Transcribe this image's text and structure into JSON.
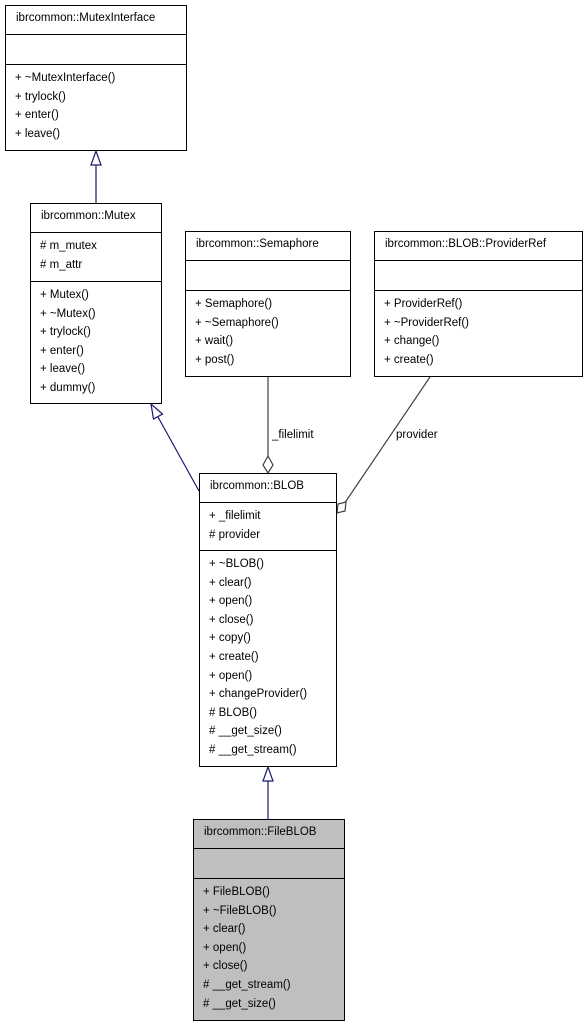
{
  "classes": {
    "mutex_interface": {
      "name": "ibrcommon::MutexInterface",
      "attributes": [],
      "methods": [
        "+ ~MutexInterface()",
        "+ trylock()",
        "+ enter()",
        "+ leave()"
      ]
    },
    "mutex": {
      "name": "ibrcommon::Mutex",
      "attributes": [
        "# m_mutex",
        "# m_attr"
      ],
      "methods": [
        "+ Mutex()",
        "+ ~Mutex()",
        "+ trylock()",
        "+ enter()",
        "+ leave()",
        "+ dummy()"
      ]
    },
    "semaphore": {
      "name": "ibrcommon::Semaphore",
      "attributes": [],
      "methods": [
        "+ Semaphore()",
        "+ ~Semaphore()",
        "+ wait()",
        "+ post()"
      ]
    },
    "provider_ref": {
      "name": "ibrcommon::BLOB::ProviderRef",
      "attributes": [],
      "methods": [
        "+ ProviderRef()",
        "+ ~ProviderRef()",
        "+ change()",
        "+ create()"
      ]
    },
    "blob": {
      "name": "ibrcommon::BLOB",
      "attributes": [
        "+ _filelimit",
        "# provider"
      ],
      "methods": [
        "+ ~BLOB()",
        "+ clear()",
        "+ open()",
        "+ close()",
        "+ copy()",
        "+ create()",
        "+ open()",
        "+ changeProvider()",
        "# BLOB()",
        "# __get_size()",
        "# __get_stream()"
      ]
    },
    "file_blob": {
      "name": "ibrcommon::FileBLOB",
      "attributes": [],
      "methods": [
        "+ FileBLOB()",
        "+ ~FileBLOB()",
        "+ clear()",
        "+ open()",
        "+ close()",
        "# __get_stream()",
        "# __get_size()"
      ]
    }
  },
  "edges": {
    "filelimit_label": "_filelimit",
    "provider_label": "provider"
  },
  "colors": {
    "inheritance": "#191970",
    "usage": "#404040",
    "highlight_fill": "#bfbfbf"
  }
}
